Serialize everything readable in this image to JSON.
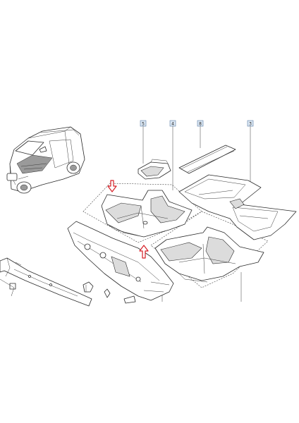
{
  "callouts": [
    {
      "id": "callout-5",
      "label": "5"
    },
    {
      "id": "callout-4",
      "label": "4"
    },
    {
      "id": "callout-8",
      "label": "8"
    },
    {
      "id": "callout-3",
      "label": "3"
    }
  ],
  "colors": {
    "arrow": "#d61f26",
    "callout_fill": "#dbe7f3",
    "callout_stroke": "#5b7ea6",
    "line": "#2a2a2a"
  }
}
